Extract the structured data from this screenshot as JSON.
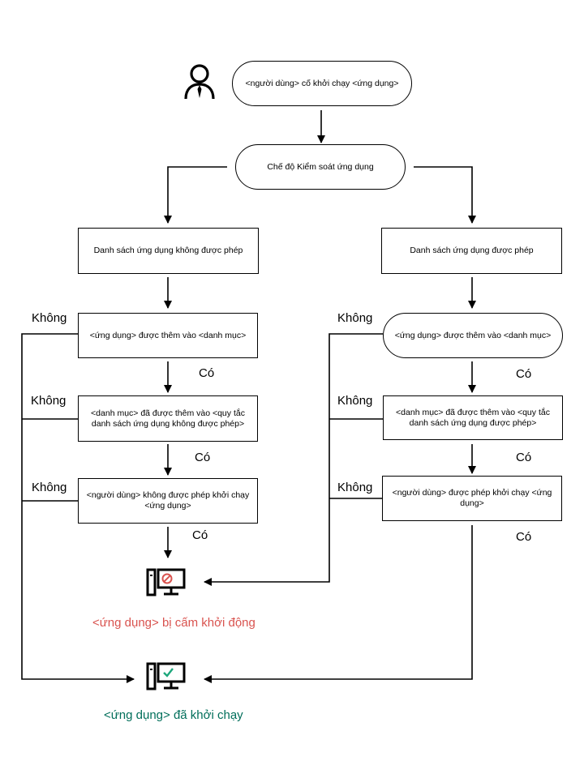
{
  "nodes": {
    "start": "<người dùng> cố khởi chạy <ứng dụng>",
    "mode": "Chế độ Kiểm soát ứng dụng",
    "deny_list": "Danh sách ứng dụng không được phép",
    "allow_list": "Danh sách ứng dụng được phép",
    "left_q1": "<ứng dụng> được thêm vào <danh mục>",
    "left_q2": "<danh mục> đã được thêm vào <quy tắc danh sách ứng dụng không được phép>",
    "left_q3": "<người dùng> không được phép khởi chạy <ứng dụng>",
    "right_q1": "<ứng dụng> được thêm vào <danh mục>",
    "right_q2": "<danh mục> đã được thêm vào <quy tắc danh sách ứng dụng được phép>",
    "right_q3": "<người dùng> được phép khởi chạy <ứng dụng>"
  },
  "labels": {
    "no": "Không",
    "yes": "Có"
  },
  "outcomes": {
    "blocked": "<ứng dụng> bị cấm khởi động",
    "launched": "<ứng dụng> đã khởi chạy"
  },
  "colors": {
    "blocked": "#d9534f",
    "launched": "#006e5a",
    "check": "#1ea77c",
    "line": "#000000"
  },
  "icons": {
    "user": "user-icon",
    "blocked": "computer-blocked-icon",
    "launched": "computer-allowed-icon"
  }
}
